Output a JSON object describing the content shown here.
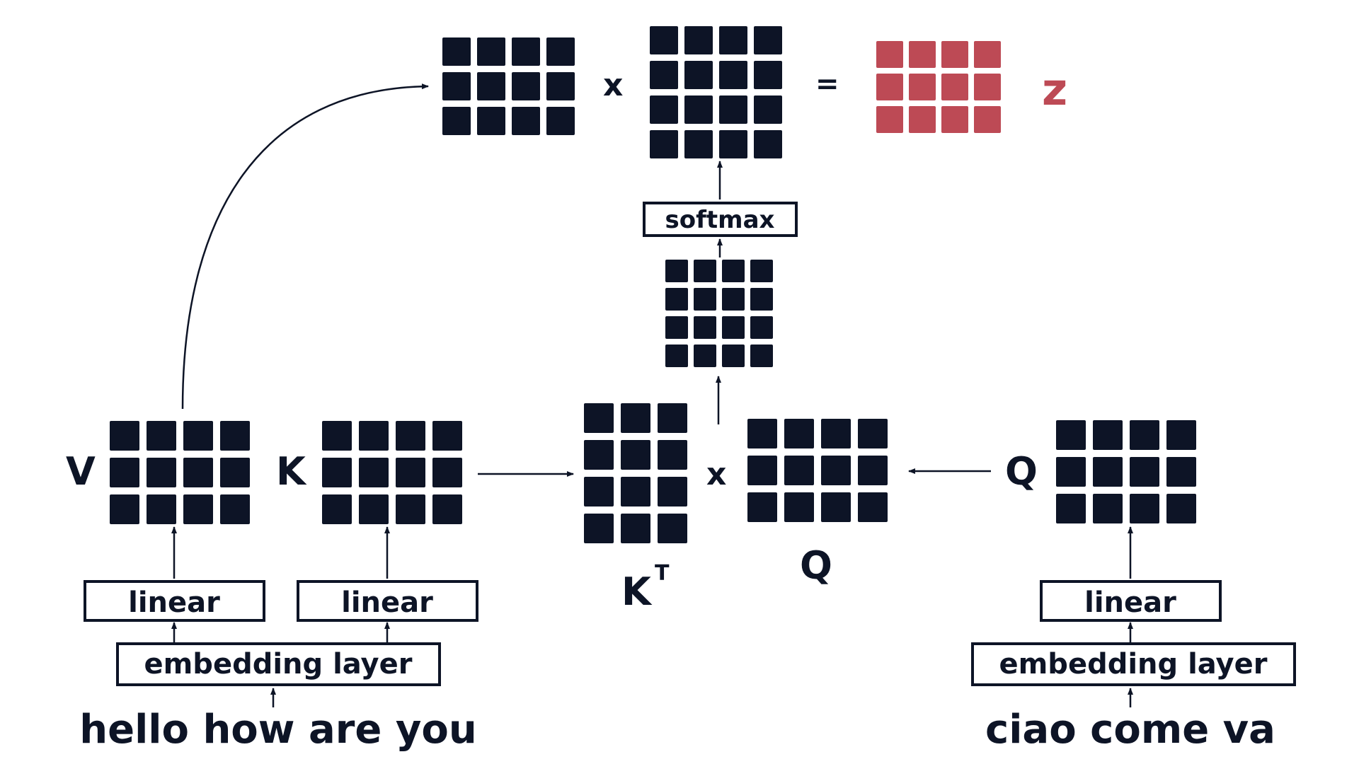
{
  "labels": {
    "v": "V",
    "k": "K",
    "q_right": "Q",
    "q_bottom": "Q",
    "k_t_base": "K",
    "k_t_sup": "T",
    "times_top": "x",
    "times_mid": "x",
    "equals": "=",
    "z": "z"
  },
  "boxes": {
    "linear_v": "linear",
    "linear_k": "linear",
    "linear_q": "linear",
    "embedding_left": "embedding layer",
    "embedding_right": "embedding layer",
    "softmax": "softmax"
  },
  "inputs": {
    "left": "hello how are you",
    "right": "ciao come va"
  },
  "colors": {
    "matrix": "#0d1426",
    "z_matrix": "#bd4a55",
    "text": "#0d1426"
  }
}
